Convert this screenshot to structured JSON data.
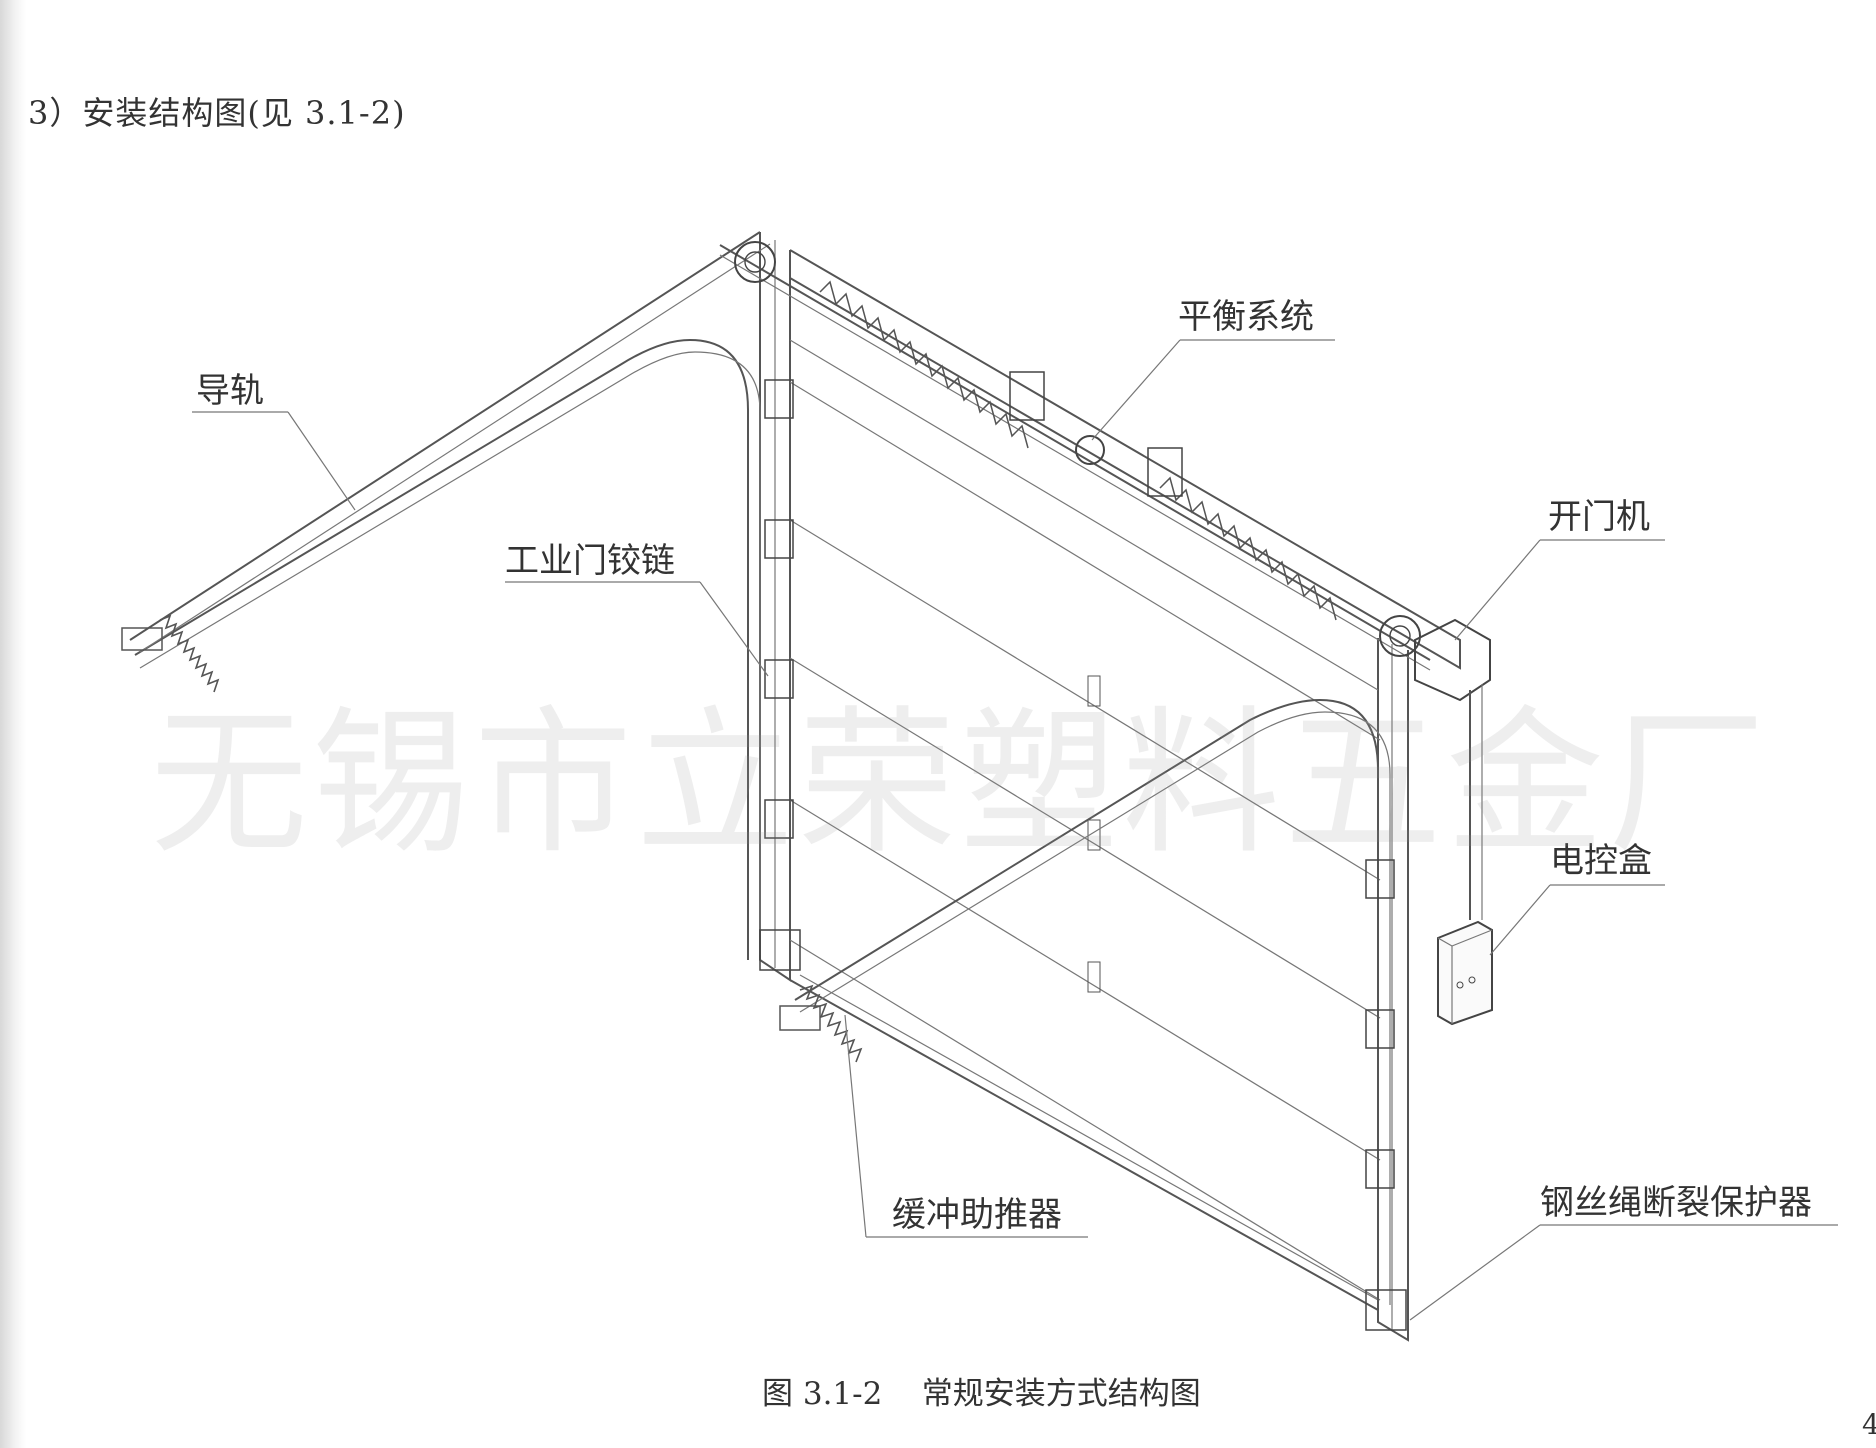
{
  "heading": "3）安装结构图(见 3.1-2)",
  "labels": {
    "guide_rail": "导轨",
    "balance_system": "平衡系统",
    "door_opener": "开门机",
    "hinge": "工业门铰链",
    "control_box": "电控盒",
    "buffer": "缓冲助推器",
    "cable_protector": "钢丝绳断裂保护器"
  },
  "caption": "图 3.1-2    常规安装方式结构图",
  "watermark": "无锡市立荣塑料五金厂",
  "page_number": "4"
}
